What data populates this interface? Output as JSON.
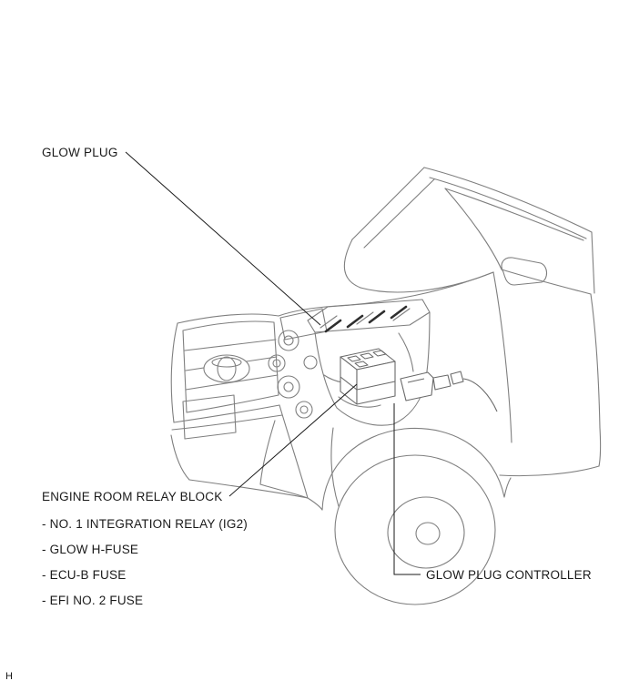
{
  "page": {
    "marker": "H",
    "background_color": "#ffffff",
    "artwork_line_color": "#7f7f7f",
    "callout_line_color": "#1a1a1a"
  },
  "diagram": {
    "callouts": {
      "glow_plug": "GLOW PLUG",
      "engine_room_relay_block": "ENGINE ROOM RELAY BLOCK",
      "glow_plug_controller": "GLOW PLUG CONTROLLER"
    },
    "relay_block_items": [
      "- NO. 1 INTEGRATION RELAY (IG2)",
      "- GLOW H-FUSE",
      "- ECU-B FUSE",
      "- EFI NO. 2 FUSE"
    ]
  }
}
